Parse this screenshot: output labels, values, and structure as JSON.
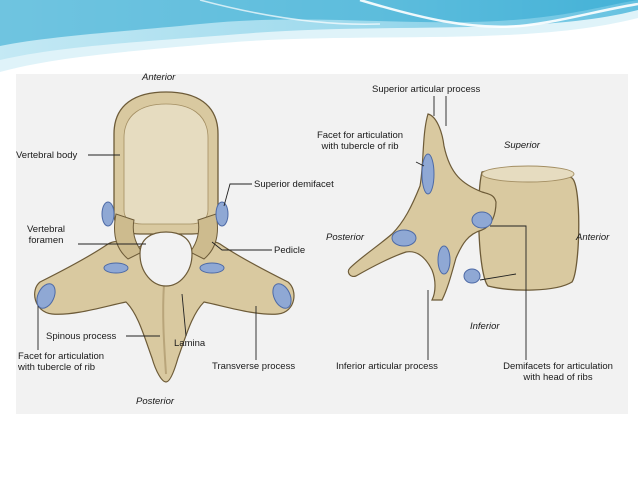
{
  "colors": {
    "header_light": "#dff3f9",
    "header_mid": "#8fd4ea",
    "header_dark": "#2aa6cf",
    "panel_bg": "#f2f2f2",
    "bone": "#d9c9a0",
    "bone_shade": "#b9a57a",
    "bone_outline": "#6d5b38",
    "facet": "#8fa8d4",
    "facet_dark": "#4d6aa6",
    "leader": "#222222"
  },
  "labels": {
    "anterior_top": "Anterior",
    "vertebral_body": "Vertebral body",
    "superior_demifacet": "Superior demifacet",
    "vertebral_foramen_1": "Vertebral",
    "vertebral_foramen_2": "foramen",
    "pedicle": "Pedicle",
    "spinous_process": "Spinous process",
    "lamina": "Lamina",
    "facet_tubercle_left_1": "Facet for articulation",
    "facet_tubercle_left_2": "with tubercle of rib",
    "transverse_process": "Transverse process",
    "posterior_bottom": "Posterior",
    "superior_articular_process": "Superior articular process",
    "facet_tubercle_right_1": "Facet for articulation",
    "facet_tubercle_right_2": "with tubercle of rib",
    "superior": "Superior",
    "posterior_side": "Posterior",
    "anterior_side": "Anterior",
    "inferior": "Inferior",
    "inferior_articular_process": "Inferior articular process",
    "demifacets_1": "Demifacets for articulation",
    "demifacets_2": "with head of ribs"
  }
}
